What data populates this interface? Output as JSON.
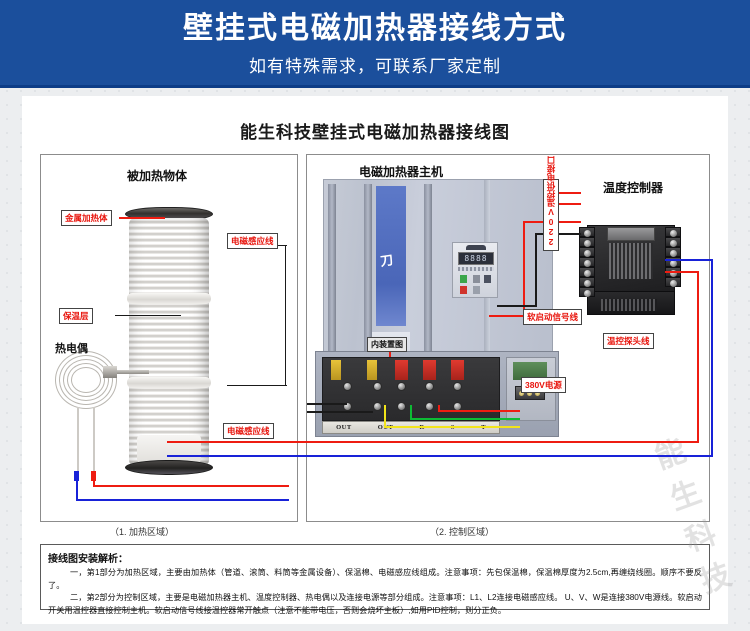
{
  "banner": {
    "title": "壁挂式电磁加热器接线方式",
    "subtitle": "如有特殊需求，可联系厂家定制",
    "bg_color": "#1b4f9c"
  },
  "card": {
    "title": "能生科技壁挂式电磁加热器接线图"
  },
  "watermark": "能生科技",
  "heating_zone": {
    "caption": "（1. 加热区域）",
    "heading": "被加热物体",
    "thermocouple_label": "热电偶",
    "tags": {
      "metal_body": "金属加热体",
      "insulation": "保温层",
      "induction_coil_top": "电磁感应线",
      "induction_coil_bottom": "电磁感应线"
    }
  },
  "control_zone": {
    "caption": "（2. 控制区域）",
    "heading": "电磁加热器主机",
    "inner_view_tag": "内装置图",
    "controller_heading": "温度控制器",
    "tags": {
      "power_220v": "220V温控供电接口",
      "soft_start_signal": "软启动信号线",
      "temp_probe_wire": "温控探头线",
      "power_380v": "380V电源"
    },
    "terminal_strip": [
      "OUT",
      "OUT",
      "R",
      "S",
      "T"
    ],
    "hmi_display": "8888"
  },
  "notes": {
    "title": "接线图安装解析：",
    "para1": "一，第1部分为加热区域，主要由加热体（管道、滚筒、料筒等金属设备）、保温棉、电磁感应线组成。注意事项：先包保温棉，保温棉厚度为2.5cm,再缠绕线圈。顺序不要反了。",
    "para2": "二，第2部分为控制区域，主要是电磁加热器主机、温度控制器、热电偶以及连接电源等部分组成。注意事项：L1、L2连接电磁感应线。 U、V、W是连接380V电源线。软启动开关用温控器直接控制主机。软启动信号线接温控器常开触点（注意不能带电压，否则会烧坏主板）,如用PID控制，则分正负。"
  },
  "colors": {
    "tag_text": "#e8140c",
    "wire_red": "#ee1c11",
    "wire_blue": "#1822d8",
    "wire_black": "#1a1a1a",
    "wire_green": "#0dbb34",
    "wire_yellow": "#f2e41a"
  }
}
